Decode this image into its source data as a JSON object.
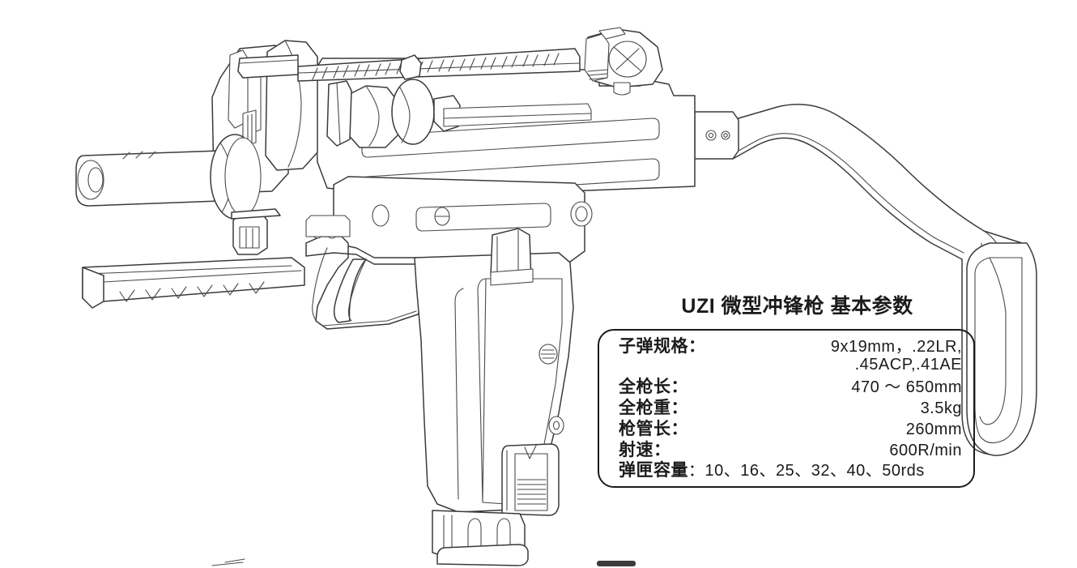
{
  "illustration": {
    "name": "uzi-submachine-gun-line-drawing",
    "description": "Technical line-art side view of an UZI micro submachine gun with folding stock",
    "line_color": "#3a3a3a",
    "background_color": "#ffffff"
  },
  "spec_panel": {
    "title": "UZI 微型冲锋枪 基本参数",
    "border_color": "#1b1b1b",
    "text_color": "#1b1b1b",
    "rows": [
      {
        "label": "子弹规格：",
        "value": "9x19mm，.22LR,"
      },
      {
        "label": "",
        "value": ".45ACP,.41AE"
      },
      {
        "label": "全枪长：",
        "value": "470 ～ 650mm"
      },
      {
        "label": "全枪重：",
        "value": "3.5kg"
      },
      {
        "label": "枪管长：",
        "value": "260mm"
      },
      {
        "label": "射速：",
        "value": "600R/min"
      },
      {
        "label": "弹匣容量",
        "value": "：10、16、25、32、40、50rds"
      }
    ]
  }
}
